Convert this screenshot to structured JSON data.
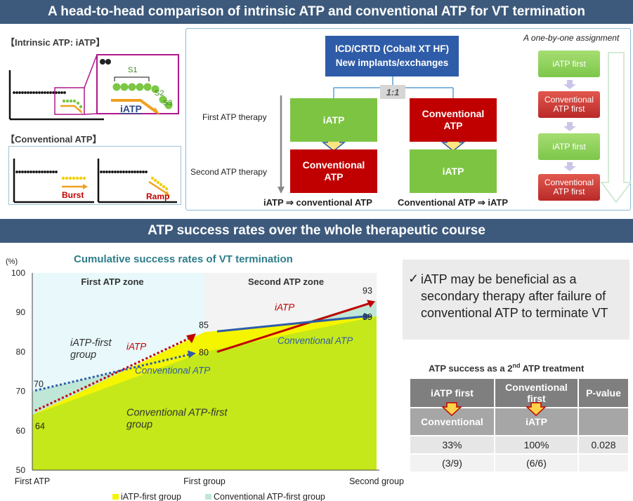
{
  "top_title": "A head-to-head comparison of intrinsic ATP and conventional ATP for VT termination",
  "bottom_title": "ATP success rates over the whole therapeutic course",
  "intrinsic": {
    "header": "【Intrinsic ATP: iATP】",
    "s1": "S1",
    "s2": "S2",
    "s3": "S3",
    "iatp_label": "iATP"
  },
  "conventional": {
    "header": "【Conventional ATP】",
    "burst": "Burst",
    "ramp": "Ramp"
  },
  "design": {
    "implant_line1": "ICD/CRTD (Cobalt XT HF)",
    "implant_line2": "New implants/exchanges",
    "ratio": "1:1",
    "first_therapy": "First ATP therapy",
    "second_therapy": "Second ATP therapy",
    "left_first": "iATP",
    "left_second_1": "Conventional",
    "left_second_2": "ATP",
    "right_first_1": "Conventional",
    "right_first_2": "ATP",
    "right_second": "iATP",
    "left_caption": "iATP ⇒ conventional ATP",
    "right_caption": "Conventional ATP ⇒ iATP",
    "assignment_title": "A one-by-one assignment",
    "seq1": "iATP first",
    "seq2_1": "Conventional",
    "seq2_2": "ATP first",
    "seq3": "iATP first",
    "seq4_1": "Conventional",
    "seq4_2": "ATP first"
  },
  "chart_data": {
    "type": "area",
    "title": "Cumulative success rates of VT termination",
    "y_unit": "(%)",
    "ylim": [
      50,
      100
    ],
    "yticks": [
      50,
      60,
      70,
      80,
      90,
      100
    ],
    "categories": [
      "First ATP",
      "First group",
      "Second group"
    ],
    "zones": [
      "First ATP zone",
      "Second ATP zone"
    ],
    "series": [
      {
        "name": "iATP-first group",
        "values": [
          64,
          85,
          89
        ],
        "color": "#f5f500"
      },
      {
        "name": "Conventional ATP-first group",
        "values": [
          70,
          80,
          93
        ],
        "color": "#bfe6d6"
      }
    ],
    "annotations": {
      "iatp_first_group_1": "iATP-first",
      "iatp_first_group_2": "group",
      "conv_first_group_1": "Conventional ATP-first",
      "conv_first_group_2": "group",
      "arrow_iatp_1": "iATP",
      "arrow_iatp_2": "iATP",
      "arrow_conv_1": "Conventional ATP",
      "arrow_conv_2": "Conventional ATP",
      "v64": "64",
      "v70": "70",
      "v80": "80",
      "v85": "85",
      "v89": "89",
      "v93": "93"
    }
  },
  "conclusion": {
    "check": "✓",
    "line1": "iATP may be beneficial as a",
    "line2": "secondary therapy after failure of",
    "line3": "conventional ATP to terminate VT"
  },
  "table": {
    "title_main": "ATP success as a 2",
    "title_sup": "nd",
    "title_rest": " ATP treatment",
    "headers": [
      "iATP first",
      "Conventional first",
      "P-value"
    ],
    "second_row": [
      "Conventional",
      "iATP",
      ""
    ],
    "rates": [
      "33%",
      "100%",
      "0.028"
    ],
    "counts": [
      "(3/9)",
      "(6/6)",
      ""
    ]
  },
  "colors": {
    "banner": "#3d5a7c",
    "green_box": "#7dc443",
    "red_box": "#c00000",
    "blue_box": "#2e5ca8",
    "chart_green": "#c5e81a",
    "chart_yellow": "#f5f500",
    "chart_teal": "#bfe6d6"
  }
}
